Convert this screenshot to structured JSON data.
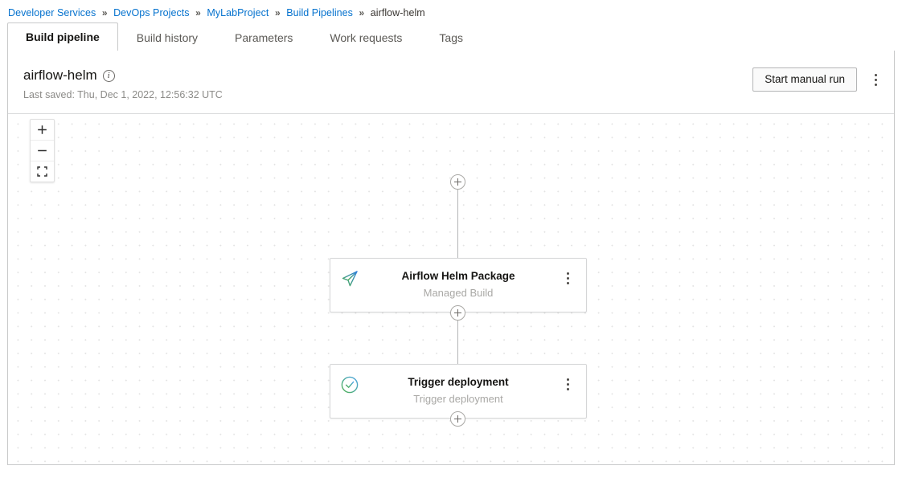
{
  "breadcrumb": {
    "separator": "»",
    "items": [
      {
        "label": "Developer Services",
        "current": false
      },
      {
        "label": "DevOps Projects",
        "current": false
      },
      {
        "label": "MyLabProject",
        "current": false
      },
      {
        "label": "Build Pipelines",
        "current": false
      },
      {
        "label": "airflow-helm",
        "current": true
      }
    ]
  },
  "tabs": [
    {
      "label": "Build pipeline",
      "active": true
    },
    {
      "label": "Build history",
      "active": false
    },
    {
      "label": "Parameters",
      "active": false
    },
    {
      "label": "Work requests",
      "active": false
    },
    {
      "label": "Tags",
      "active": false
    }
  ],
  "header": {
    "title": "airflow-helm",
    "info_icon": "info-icon",
    "last_saved": "Last saved: Thu, Dec 1, 2022, 12:56:32 UTC",
    "start_manual_run_label": "Start manual run",
    "more_actions_icon": "kebab-menu-icon"
  },
  "canvas": {
    "zoom_in_label": "+",
    "zoom_out_label": "−",
    "fit_to_screen_icon": "fit-to-screen-icon",
    "add_stage_icon": "plus-icon",
    "nodes": [
      {
        "title": "Airflow Helm Package",
        "subtitle": "Managed Build",
        "icon": "paper-plane-icon",
        "menu_icon": "kebab-menu-icon"
      },
      {
        "title": "Trigger deployment",
        "subtitle": "Trigger deployment",
        "icon": "check-circle-icon",
        "menu_icon": "kebab-menu-icon"
      }
    ]
  },
  "colors": {
    "link": "#0572ce",
    "icon_gradient_start": "#4ca64c",
    "icon_gradient_end": "#2f7fe0",
    "border": "#c8c9ca",
    "muted_text": "#8c8b88"
  }
}
